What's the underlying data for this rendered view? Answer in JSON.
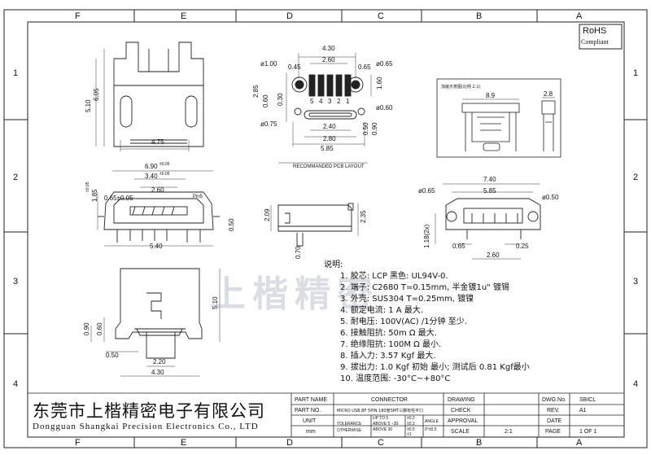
{
  "zones_top": [
    "F",
    "E",
    "D",
    "C",
    "B",
    "A"
  ],
  "zones_bottom": [
    "F",
    "E",
    "D",
    "C",
    "B",
    "A"
  ],
  "zones_left": [
    "1",
    "2",
    "3",
    "4"
  ],
  "zones_right": [
    "1",
    "2",
    "3",
    "4"
  ],
  "rohs": {
    "title": "RoHS",
    "subtitle": "Compliant"
  },
  "top_left_view": {
    "dims": [
      "5.10",
      "6.05",
      "4.75"
    ]
  },
  "pcb_view": {
    "dims": [
      "4.30",
      "2.60",
      "ø1.00",
      "0.45",
      "0.65",
      "ø0.65",
      "2.85",
      "1.60",
      "0.60",
      "0.30",
      "ø0.60",
      "5",
      "4",
      "3",
      "2",
      "1",
      "ø0.75",
      "2.40",
      "2.80",
      "0.90",
      "0.50",
      "5.85"
    ],
    "caption": "RECOMMANDED PCB LAYOUT"
  },
  "inset_view": {
    "title": "加装示意图(比例 2:1)",
    "dims": [
      "8.9",
      "2.8"
    ]
  },
  "front_view": {
    "dims": [
      "6.90",
      "±0.05",
      "3.40",
      "±0.05",
      "2.60",
      "0.65±0.05",
      "Pin5",
      "1.85",
      "±0.05",
      "5.40",
      "0.50"
    ]
  },
  "side_view": {
    "dims": [
      "2.09",
      "2.35",
      "0.70"
    ]
  },
  "bottom_right_view": {
    "dims": [
      "7.40",
      "ø0.65",
      "5.85",
      "ø0.50",
      "1.18(2x)",
      "0.65",
      "0.25",
      "2.60"
    ]
  },
  "bottom_left_view": {
    "dims": [
      "5.10",
      "0.60",
      "0.90",
      "0.50",
      "2.20",
      "4.30"
    ]
  },
  "notes": {
    "title": "说明:",
    "items": [
      "1. 胶芯:  LCP  黑色: UL94V-0.",
      "2. 端子:  C2680  T=0.15mm, 半金镀1u\" 镀锡",
      "3. 外壳:  SUS304 T=0.25mm, 镀镍",
      "4. 额定电流: 1 A 最大.",
      "5. 耐电压: 100V(AC)  /1分钟  至少.",
      "6. 接触阻抗: 50m Ω  最大.",
      "7. 绝缘阻抗: 100M  Ω  最小.",
      "8. 插入力: 3.57 Kgf 最大.",
      "9. 拔出力: 1.0 Kgf 初始  最小; 测试后  0.81 Kgf最小",
      "10. 温度范围: -30°C~+80°C"
    ]
  },
  "watermark": "上楷精密",
  "company": {
    "cn": "东莞市上楷精密电子有限公司",
    "en": "Dongguan Shangkai Precision Electronics Co., LTD"
  },
  "title_block": {
    "part_name_label": "PART NAME",
    "part_name": "CONNECTOR",
    "part_no_label": "PART NO.",
    "part_no": "MICRO USB BF 5PIN 180度SMT三脚有柱平口",
    "unit_label": "UNIT",
    "unit": "mm",
    "tolerance_label": "TOLERANCE",
    "otherwise_label": "OTHERWISE",
    "tol_rows": [
      "UP TO 5",
      "ABOVE 5 ~30",
      "ABOVE 30"
    ],
    "tol_vals": [
      "±0.2",
      "±0.3",
      "±0.5"
    ],
    "angle_label": "ANGLE",
    "angle_val": "0°±0.5",
    "angle_val2": "±1",
    "drawing_label": "DRAWING",
    "check_label": "CHECK",
    "approval_label": "APPROVAL",
    "scale_label": "SCALE",
    "scale": "2:1",
    "dwg_no_label": "DWG.No.",
    "dwg_no": "SBICL",
    "rev_label": "REV.",
    "rev": "A1",
    "date_label": "DATE",
    "page_label": "PAGE",
    "page": "1 OF 1"
  }
}
